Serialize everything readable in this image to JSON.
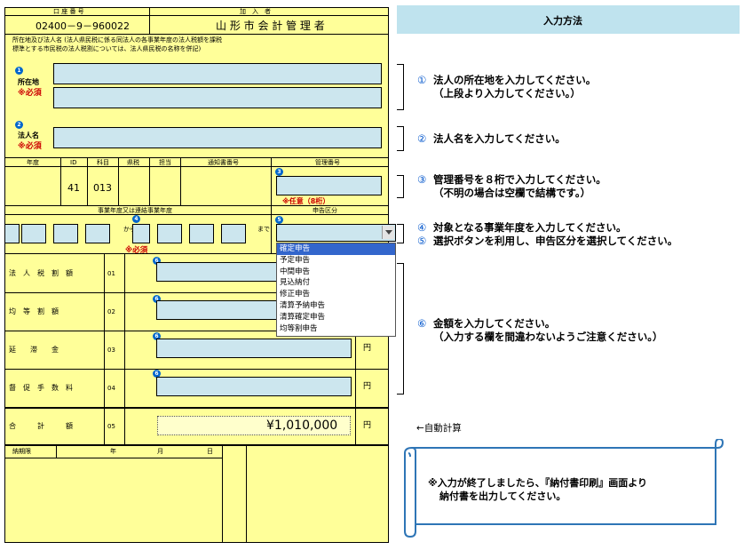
{
  "form": {
    "account_header": "口 座 番 号",
    "subscriber_header": "加　入　者",
    "account_number": "02400－9－960022",
    "subscriber_name": "山 形 市 会 計 管 理 者",
    "address_note_line1": "所在地及び法人名 (法人県民税に係る同法人の各事業年度の法人税額を課税",
    "address_note_line2": "標準とする市民税の法人税割については、法人県民税の名称を併記)",
    "address_label": "所在地",
    "address_required": "※必須",
    "name_label": "法人名",
    "name_required": "※必須",
    "address_line1": "",
    "address_line2": "",
    "corporate_name": "",
    "year_header": "年度",
    "id_header": "ID",
    "subject_header": "科目",
    "tax_header": "県税",
    "office_header": "担当",
    "notice_header": "通知書番号",
    "mgmt_header": "管理番号",
    "id_value": "41",
    "subject_value": "013",
    "mgmt_number": "",
    "mgmt_optional": "※任意（8桁）",
    "period_header": "事業年度又は連結事業年度",
    "filing_header": "申告区分",
    "from_label": "から",
    "to_label": "まで",
    "period_required": "※必須",
    "filing_select_value": "",
    "dropdown_options": [
      "確定申告",
      "予定申告",
      "中間申告",
      "見込納付",
      "修正申告",
      "清算予納申告",
      "清算確定申告",
      "均等割申告"
    ],
    "dropdown_selected_index": 0,
    "amount_rows": [
      {
        "label": "法　人　税　割　額",
        "code": "01",
        "value": "",
        "unit": ""
      },
      {
        "label": "均　等　割　額",
        "code": "02",
        "value": "",
        "unit": ""
      },
      {
        "label": "延　　滞　　金",
        "code": "03",
        "value": "",
        "unit": "円"
      },
      {
        "label": "督　促　手　数　料",
        "code": "04",
        "value": "",
        "unit": "円"
      }
    ],
    "total_label": "合　　　計　　　額",
    "total_code": "05",
    "total_value": "¥1,010,000",
    "total_unit": "円",
    "due_label": "納期限",
    "due_year": "年",
    "due_month": "月",
    "due_day": "日",
    "circle_1": "1",
    "circle_2": "2",
    "circle_3": "3",
    "circle_4": "4",
    "circle_5": "5",
    "circle_6": "6"
  },
  "guide": {
    "title": "入力方法",
    "step1_num": "①",
    "step1_line1": "法人の所在地を入力してください。",
    "step1_line2": "（上段より入力してください。）",
    "step2_num": "②",
    "step2_line1": "法人名を入力してください。",
    "step3_num": "③",
    "step3_line1": "管理番号を８桁で入力してください。",
    "step3_line2": "（不明の場合は空欄で結構です。）",
    "step4_num": "④",
    "step4_line1": "対象となる事業年度を入力してください。",
    "step5_num": "⑤",
    "step5_line1": "選択ボタンを利用し、申告区分を選択してください。",
    "step6_num": "⑥",
    "step6_line1": "金額を入力してください。",
    "step6_line2": "（入力する欄を間違わないようご注意ください。）",
    "auto_calc": "←自動計算",
    "scroll_line1": "※入力が終了しましたら、『納付書印刷』画面より",
    "scroll_line2": "納付書を出力してください。"
  },
  "colors": {
    "form_bg": "#ffff99",
    "input_bg": "#cce6ee",
    "header_bg": "#bfe3ee",
    "required": "#cc0000",
    "accent": "#0066cc",
    "dropdown_highlight": "#3366cc"
  }
}
